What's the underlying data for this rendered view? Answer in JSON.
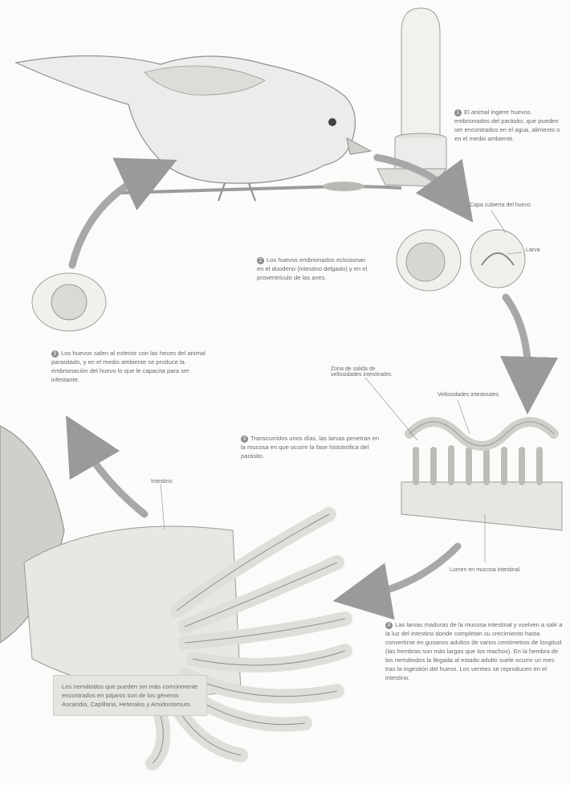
{
  "steps": {
    "s1": {
      "num": "1",
      "text": "El animal ingiere huevos embrionados del parásito, que pueden ser encontrados en el agua, alimento o en el medio ambiente."
    },
    "s2": {
      "num": "2",
      "text": "Los huevos embrionados eclosionan en el duodeno (intestino delgado) y en el proventrículo de las aves."
    },
    "s3": {
      "num": "3",
      "text": "Transcurridos unos días, las larvas penetran en la mucosa en que ocurre la fase histotrófica del parásito."
    },
    "s4": {
      "num": "4",
      "text": "Las larvas maduras de la mucosa intestinal y vuelven a salir a la luz del intestino donde completan su crecimiento hasta convertirse en gusanos adultos de varios centímetros de longitud (las hembras son más largas que los machos). En la hembra de los nemátodos la llegada al estado adulto suele ocurrir un mes tras la ingestión del huevo. Los vermes se reproducen en el intestino."
    },
    "s5": {
      "num": "5",
      "text": "Los huevos salen al exterior con las heces del animal parasitado, y en el medio ambiente se produce la embrionación del huevo lo que le capacita para ser infestante."
    }
  },
  "labels": {
    "eggshell": "Capa cubierta del huevo",
    "larva": "Larva",
    "villi": "Zona de salida de vellosidades intestinales",
    "mucosa_layer": "Vellosidades intestinales",
    "lumen": "Lumen en mucosa intestinal",
    "intestine": "Intestino"
  },
  "infobox": {
    "text": "Los nemátodos que pueden ser más comúnmente encontrados en pájaros son de los géneros Ascaridia, Capillaria, Heterakis y Amidostomum."
  },
  "icons": [
    "bird-illustration",
    "water-feeder-illustration",
    "egg-illustration",
    "larva-illustration",
    "intestinal-villi-illustration",
    "adult-worms-illustration",
    "cycle-arrow"
  ]
}
